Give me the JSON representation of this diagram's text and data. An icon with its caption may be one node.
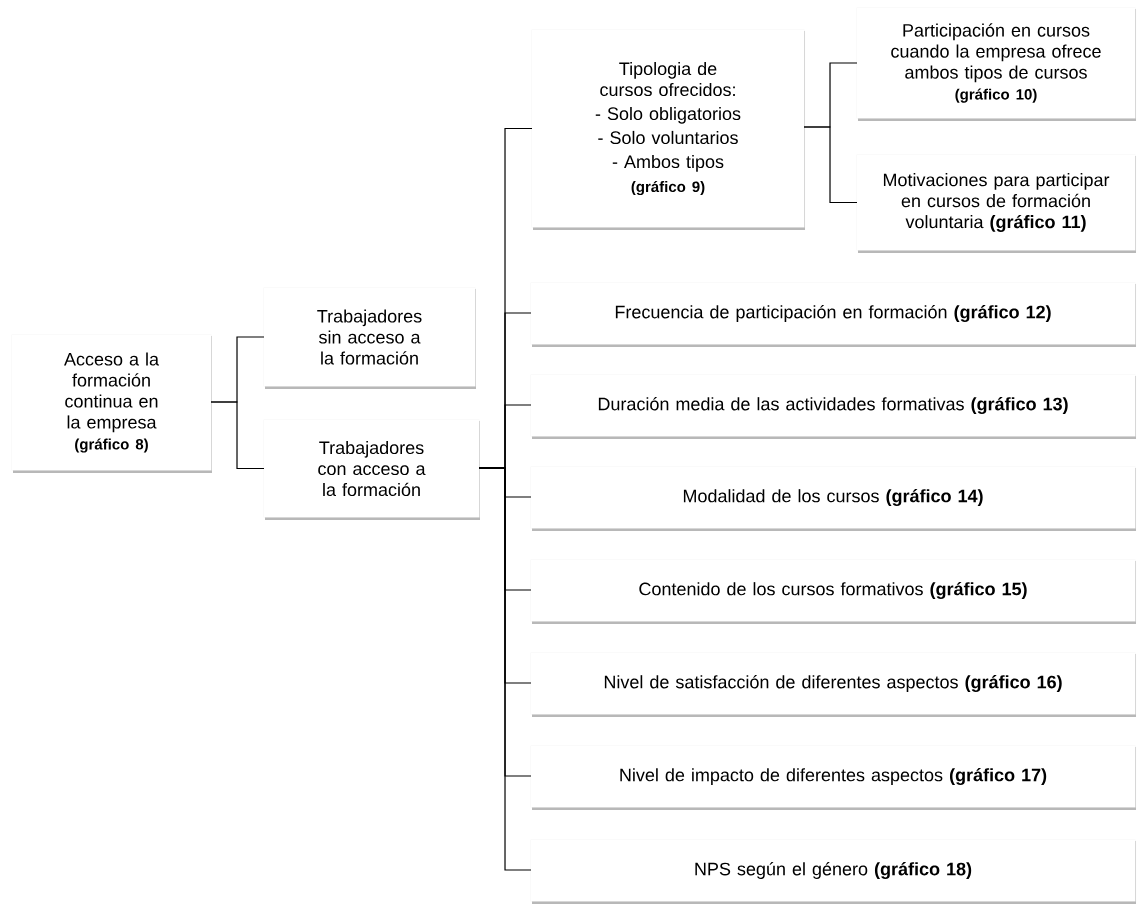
{
  "diagram": {
    "nodes": [
      {
        "text": [
          "Acceso a la formación continua en la empresa",
          "(gráfico 8)"
        ]
      },
      {
        "text": [
          "Trabajadores sin acceso a la formación"
        ]
      },
      {
        "text": [
          "Trabajadores con acceso a la formación"
        ]
      },
      {
        "text": [
          "Tipologia de cursos ofrecidos:",
          "- Solo obligatorios",
          "- Solo voluntarios",
          "- Ambos tipos",
          "(gráfico 9)"
        ]
      },
      {
        "text": [
          "Participación en cursos cuando la empresa ofrece ambos tipos de cursos",
          "(gráfico 10)"
        ]
      },
      {
        "text": [
          "Motivaciones para participar en cursos de formación voluntaria **(gráfico 11)**"
        ]
      },
      {
        "text": [
          "Frecuencia de participación en formación **(gráfico 12)**"
        ]
      },
      {
        "text": [
          "Duración media de las actividades formativas **(gráfico 13)**"
        ]
      },
      {
        "text": [
          "Modalidad de los cursos **(gráfico 14)**"
        ]
      },
      {
        "text": [
          "Contenido de los cursos formativos **(gráfico 15)**"
        ]
      },
      {
        "text": [
          "Nivel de satisfacción de diferentes aspectos **(gráfico 16)**"
        ]
      },
      {
        "text": [
          "Nivel de impacto de diferentes aspectos **(gráfico 17)**"
        ]
      },
      {
        "text": [
          "NPS según el género **(gráfico 18)**"
        ]
      }
    ],
    "edges": [
      {
        "from": 0,
        "to": 1,
        "arrow": "none"
      },
      {
        "from": 0,
        "to": 2,
        "arrow": "none"
      },
      {
        "from": 2,
        "to": 3,
        "arrow": "none"
      },
      {
        "from": 3,
        "to": 4,
        "arrow": "none"
      },
      {
        "from": 3,
        "to": 5,
        "arrow": "none"
      },
      {
        "from": 2,
        "to": 6,
        "arrow": "none"
      },
      {
        "from": 2,
        "to": 7,
        "arrow": "none"
      },
      {
        "from": 2,
        "to": 8,
        "arrow": "none"
      },
      {
        "from": 2,
        "to": 9,
        "arrow": "none"
      },
      {
        "from": 2,
        "to": 10,
        "arrow": "none"
      },
      {
        "from": 2,
        "to": 11,
        "arrow": "none"
      },
      {
        "from": 2,
        "to": 12,
        "arrow": "none"
      }
    ]
  }
}
